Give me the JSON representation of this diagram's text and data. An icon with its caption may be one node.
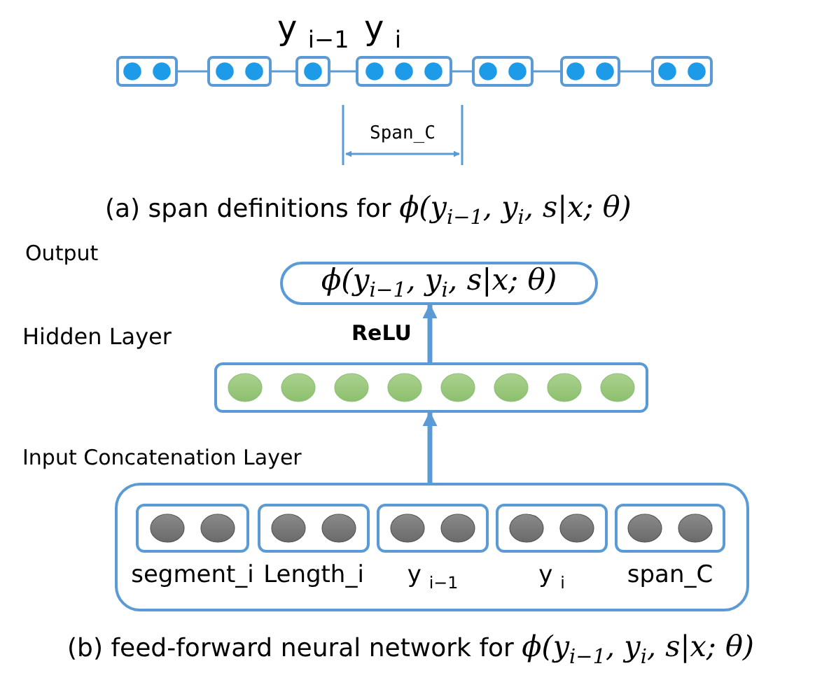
{
  "diagram": {
    "nodes": [
      {
        "text": [],
        "shape": "box"
      },
      {
        "text": [],
        "shape": "box"
      },
      {
        "text": [],
        "shape": "box"
      },
      {
        "text": [],
        "shape": "box"
      },
      {
        "text": [],
        "shape": "box"
      },
      {
        "text": [],
        "shape": "box"
      },
      {
        "text": [],
        "shape": "box"
      },
      {
        "text": [
          "ϕ(y$_{i−1}$, y$_{i}$, s|x; θ)"
        ]
      },
      {
        "text": [],
        "shape": "box"
      },
      {
        "text": [],
        "shape": "box"
      },
      {
        "text": [],
        "shape": "box",
        "in": 9,
        "beside": [
          "segment_i"
        ]
      },
      {
        "text": [],
        "shape": "box",
        "in": 9,
        "beside": [
          "Length_i"
        ]
      },
      {
        "text": [],
        "shape": "box",
        "in": 9,
        "beside": [
          "y $_{i−1}$"
        ]
      },
      {
        "text": [],
        "shape": "box",
        "in": 9,
        "beside": [
          "y $_{i}$"
        ]
      },
      {
        "text": [],
        "shape": "box",
        "in": 9,
        "beside": [
          "span_C"
        ]
      }
    ],
    "edges": [
      {
        "from": 0,
        "to": 1,
        "arrow": "none"
      },
      {
        "from": 1,
        "to": 2,
        "arrow": "none"
      },
      {
        "from": 2,
        "to": 3,
        "arrow": "none"
      },
      {
        "from": 3,
        "to": 4,
        "arrow": "none"
      },
      {
        "from": 4,
        "to": 5,
        "arrow": "none"
      },
      {
        "from": 5,
        "to": 6,
        "arrow": "none"
      },
      {
        "from": 8,
        "to": 7,
        "arrow": "to",
        "label": "ReLU",
        "style": "thick"
      },
      {
        "from": 9,
        "to": 8,
        "arrow": "to",
        "style": "thick"
      }
    ],
    "labels": [
      "y $_{i−1}$",
      "y $_{i}$",
      "Span_C",
      "(a) span definitions for ϕ(y$_{i−1}$, y$_{i}$, s|x; θ)",
      "Output",
      "Hidden Layer",
      "Input  Concatenation Layer",
      "(b) feed-forward neural network for ϕ(y$_{i−1}$, y$_{i}$, s|x; θ)"
    ]
  }
}
